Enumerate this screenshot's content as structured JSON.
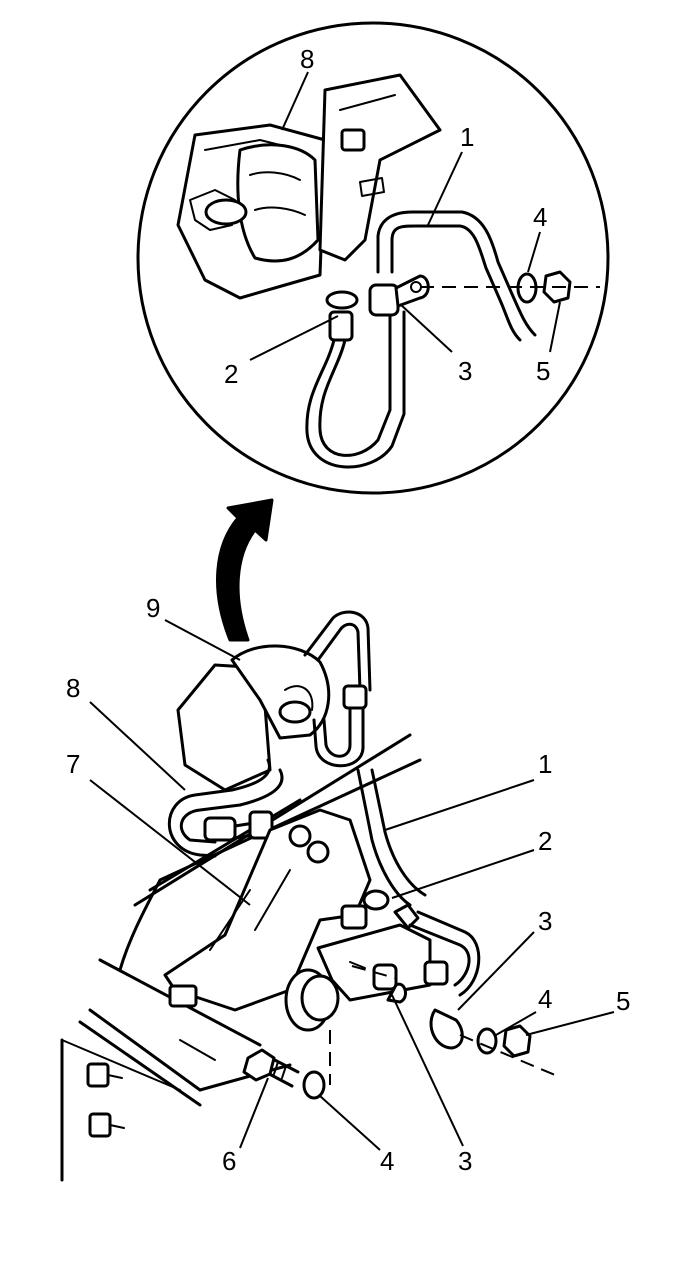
{
  "callouts": {
    "detail_8": "8",
    "detail_1": "1",
    "detail_4": "4",
    "detail_2": "2",
    "detail_3": "3",
    "detail_5": "5",
    "main_9": "9",
    "main_8": "8",
    "main_7": "7",
    "main_1": "1",
    "main_2": "2",
    "main_3_upper": "3",
    "main_5": "5",
    "main_4_right": "4",
    "main_6": "6",
    "main_4_bottom": "4",
    "main_3_lower": "3"
  },
  "colors": {
    "ink": "#000000",
    "paper": "#ffffff"
  }
}
